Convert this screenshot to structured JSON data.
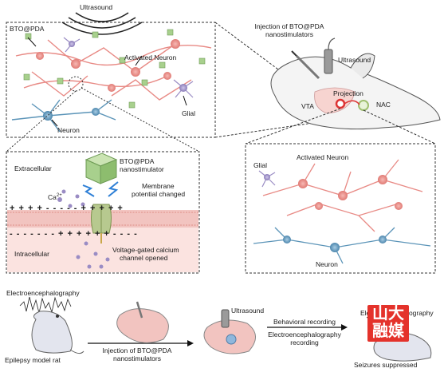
{
  "labels": {
    "ultrasound_top": "Ultrasound",
    "bto_pda": "BTO@PDA",
    "activated_neuron_tl": "Activated Neuron",
    "neuron_tl": "Neuron",
    "glial_tl": "Glial",
    "injection_top": "Injection of BTO@PDA",
    "injection_top_2": "nanostimulators",
    "ultrasound_rat": "Ultrasound",
    "projection": "Projection",
    "vta": "VTA",
    "nac": "NAC",
    "extracellular": "Extracellular",
    "bto_nano_1": "BTO@PDA",
    "bto_nano_2": "nanostimulator",
    "membrane_1": "Membrane",
    "membrane_2": "potential changed",
    "ca": "Ca",
    "ca_sup": "2+",
    "intracellular": "Intracellular",
    "vgcc_1": "Voltage-gated calcium",
    "vgcc_2": "channel opened",
    "glial_r": "Glial",
    "activated_neuron_r": "Activated Neuron",
    "neuron_r": "Neuron",
    "eeg": "Electroencephalography",
    "epilepsy": "Epilepsy model rat",
    "inj_bottom_1": "Injection of BTO@PDA",
    "inj_bottom_2": "nanostimulators",
    "ultrasound_bottom": "Ultrasound",
    "behavioral": "Behavioral recording",
    "eeg_rec_1": "Electroencephalography",
    "eeg_rec_2": "recording",
    "eeg_right": "Electroencephalography",
    "seizures": "Seizures suppressed",
    "membrane_plus_top": "+ + + + -   - - - -   + + + + +",
    "membrane_minus_bottom": "- - - - - - - + + +   + + + - - - -"
  },
  "logo": {
    "line1": "山大",
    "line2": "融媒",
    "bg": "#e4322b"
  },
  "colors": {
    "neuron_red": "#e88a85",
    "neuron_blue": "#5b94b8",
    "glial_purple": "#9a8cc4",
    "cube_green": "#a8d08d",
    "membrane_pink": "#f2c4c0",
    "intracellular_bg": "#fbe3e0"
  }
}
